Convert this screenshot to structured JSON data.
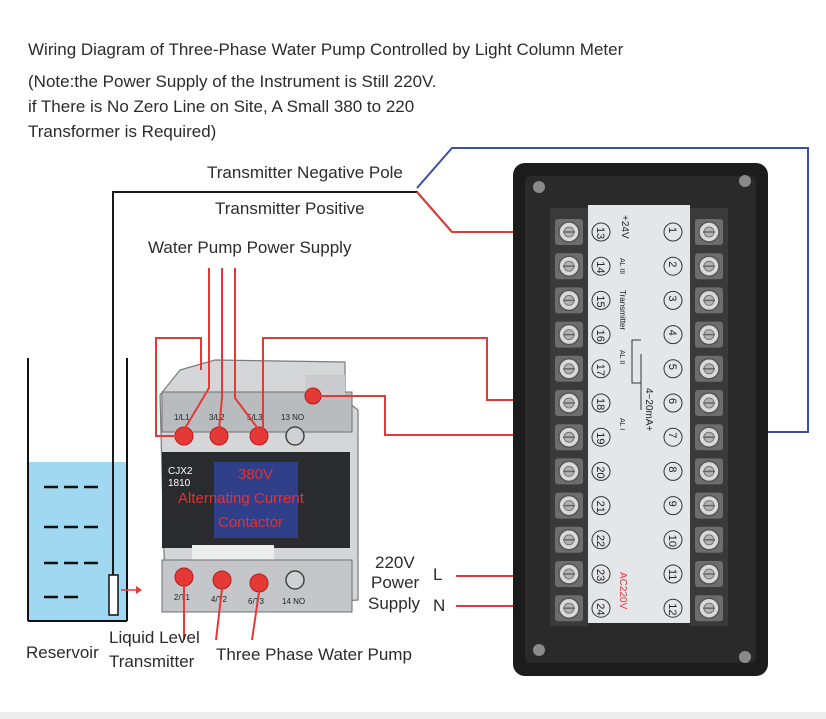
{
  "title": "Wiring Diagram of Three-Phase Water Pump Controlled by Light Column Meter",
  "note": {
    "line1": "(Note:the Power Supply of the Instrument is Still 220V.",
    "line2": "if There is No Zero Line on Site, A Small 380 to 220",
    "line3": "Transformer is Required)"
  },
  "labels": {
    "transmitter_negative": "Transmitter Negative Pole",
    "transmitter_positive": "Transmitter Positive",
    "pump_power_supply": "Water Pump Power Supply",
    "reservoir": "Reservoir",
    "liquid_level_line1": "Liquid Level",
    "liquid_level_line2": "Transmitter",
    "three_phase_pump": "Three Phase Water Pump",
    "power_220v": "220V",
    "power": "Power",
    "supply": "Supply",
    "L": "L",
    "N": "N"
  },
  "contactor": {
    "model_line1": "CJX2",
    "model_line2": "1810",
    "label_380": "380V",
    "label_acc": "Alternating Current",
    "label_contactor": "Contactor",
    "top_terminals": [
      "1/L1",
      "3/L2",
      "5/L3",
      "13 NO"
    ],
    "bottom_terminals": [
      "2/T1",
      "4/T2",
      "6/T3",
      "14 NO"
    ]
  },
  "meter": {
    "left_terminals": [
      "13",
      "14",
      "15",
      "16",
      "17",
      "18",
      "19",
      "20",
      "21",
      "22",
      "23",
      "24"
    ],
    "right_terminals": [
      "1",
      "2",
      "3",
      "4",
      "5",
      "6",
      "7",
      "8",
      "9",
      "10",
      "11",
      "12"
    ],
    "label_24v": "+24V",
    "label_al3": "AL III",
    "label_transmitter": "Transmitter",
    "label_al2": "AL II",
    "label_al1": "AL I",
    "label_4_20": "4~20mA+",
    "label_ac220": "AC220V"
  },
  "colors": {
    "red_wire": "#e53935",
    "blue_wire": "#3b4fa8",
    "black_wire": "#1a1a1a",
    "water": "#9fd8f0",
    "meter_body": "#1c1c1c",
    "panel": "#e4e7ea"
  }
}
